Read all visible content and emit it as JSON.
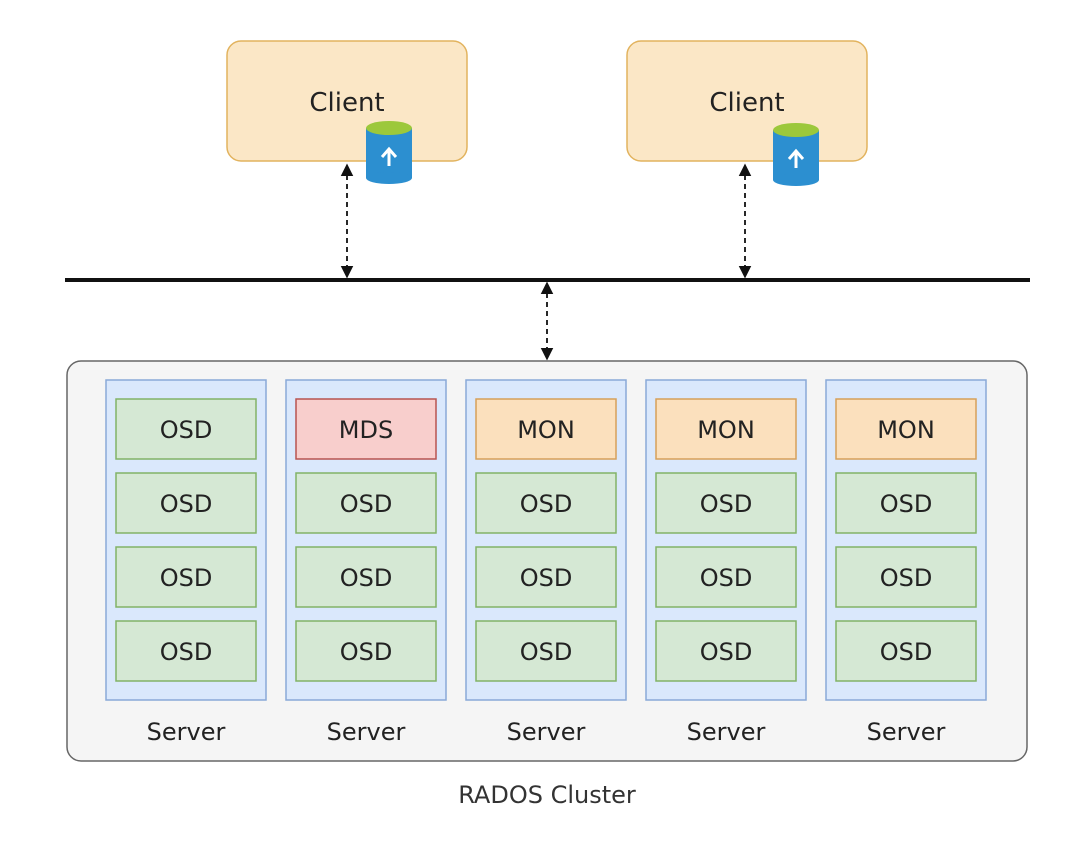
{
  "clients": [
    {
      "label": "Client"
    },
    {
      "label": "Client"
    }
  ],
  "cluster": {
    "label": "RADOS Cluster",
    "servers": [
      {
        "label": "Server",
        "daemons": [
          "OSD",
          "OSD",
          "OSD",
          "OSD"
        ]
      },
      {
        "label": "Server",
        "daemons": [
          "MDS",
          "OSD",
          "OSD",
          "OSD"
        ]
      },
      {
        "label": "Server",
        "daemons": [
          "MON",
          "OSD",
          "OSD",
          "OSD"
        ]
      },
      {
        "label": "Server",
        "daemons": [
          "MON",
          "OSD",
          "OSD",
          "OSD"
        ]
      },
      {
        "label": "Server",
        "daemons": [
          "MON",
          "OSD",
          "OSD",
          "OSD"
        ]
      }
    ]
  },
  "colors": {
    "client_fill": "#fbe7c6",
    "client_stroke": "#e2b35e",
    "server_fill": "#dae8fc",
    "server_stroke": "#8aa9d8",
    "osd_fill": "#d5e8d4",
    "osd_stroke": "#82b366",
    "mds_fill": "#f8cecc",
    "mds_stroke": "#b85450",
    "mon_fill": "#fbe0bd",
    "mon_stroke": "#d6a05a",
    "cluster_fill": "#f5f5f5",
    "cluster_stroke": "#666666",
    "bucket_body": "#2c8fd0",
    "bucket_top": "#9cc83b"
  }
}
